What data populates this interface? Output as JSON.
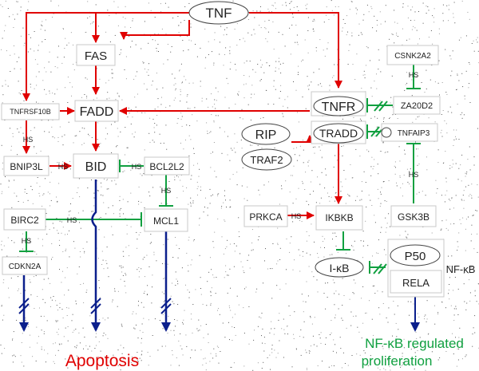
{
  "colors": {
    "activation": "#e00000",
    "inhibition": "#10a040",
    "apoptosis_path": "#0b1f8c",
    "outcome_apoptosis": "#e00000",
    "outcome_proliferation": "#10a040"
  },
  "nodes": {
    "tnf": "TNF",
    "fas": "FAS",
    "fadd": "FADD",
    "tnfrsf10b": "TNFRSF10B",
    "bnip3l": "BNIP3L",
    "bid": "BID",
    "bcl2l2": "BCL2L2",
    "birc2": "BIRC2",
    "mcl1": "MCL1",
    "cdkn2a": "CDKN2A",
    "tnfr": "TNFR",
    "rip": "RIP",
    "traf2": "TRAF2",
    "tradd": "TRADD",
    "csnk2a2": "CSNK2A2",
    "za20d2": "ZA20D2",
    "tnfaip3": "TNFAIP3",
    "gsk3b": "GSK3B",
    "prkca": "PRKCA",
    "ikbkb": "IKBKB",
    "ikb": "I-κB",
    "p50": "P50",
    "rela": "RELA",
    "nfkb": "NF-κB"
  },
  "edge_labels": {
    "hs": "HS"
  },
  "outcomes": {
    "apoptosis": "Apoptosis",
    "proliferation_line1": "NF-κB regulated",
    "proliferation_line2": "proliferation"
  }
}
